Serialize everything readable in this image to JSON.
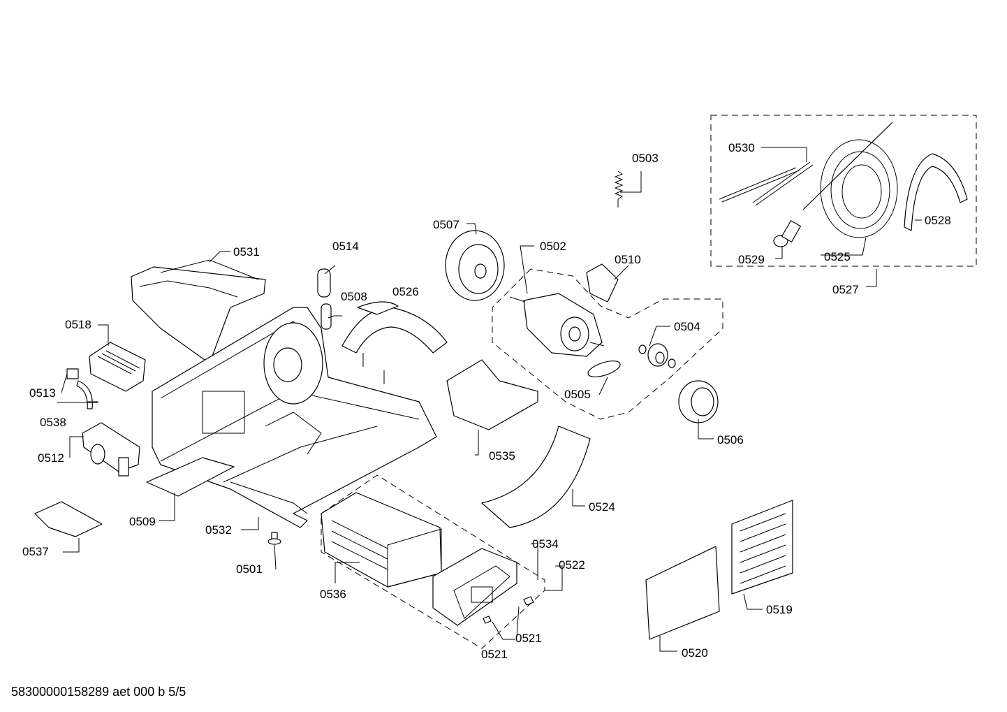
{
  "diagram": {
    "footer_code": "58300000158289 aet 000 b 5/5",
    "labels": {
      "p0501": "0501",
      "p0502": "0502",
      "p0503": "0503",
      "p0504": "0504",
      "p0505": "0505",
      "p0506": "0506",
      "p0507": "0507",
      "p0508": "0508",
      "p0509": "0509",
      "p0510": "0510",
      "p0512": "0512",
      "p0513": "0513",
      "p0514": "0514",
      "p0518": "0518",
      "p0519": "0519",
      "p0520": "0520",
      "p0521a": "0521",
      "p0521b": "0521",
      "p0522": "0522",
      "p0524": "0524",
      "p0525": "0525",
      "p0526": "0526",
      "p0527": "0527",
      "p0528": "0528",
      "p0529": "0529",
      "p0530": "0530",
      "p0531": "0531",
      "p0532": "0532",
      "p0534": "0534",
      "p0535": "0535",
      "p0536": "0536",
      "p0537": "0537",
      "p0538": "0538"
    }
  }
}
